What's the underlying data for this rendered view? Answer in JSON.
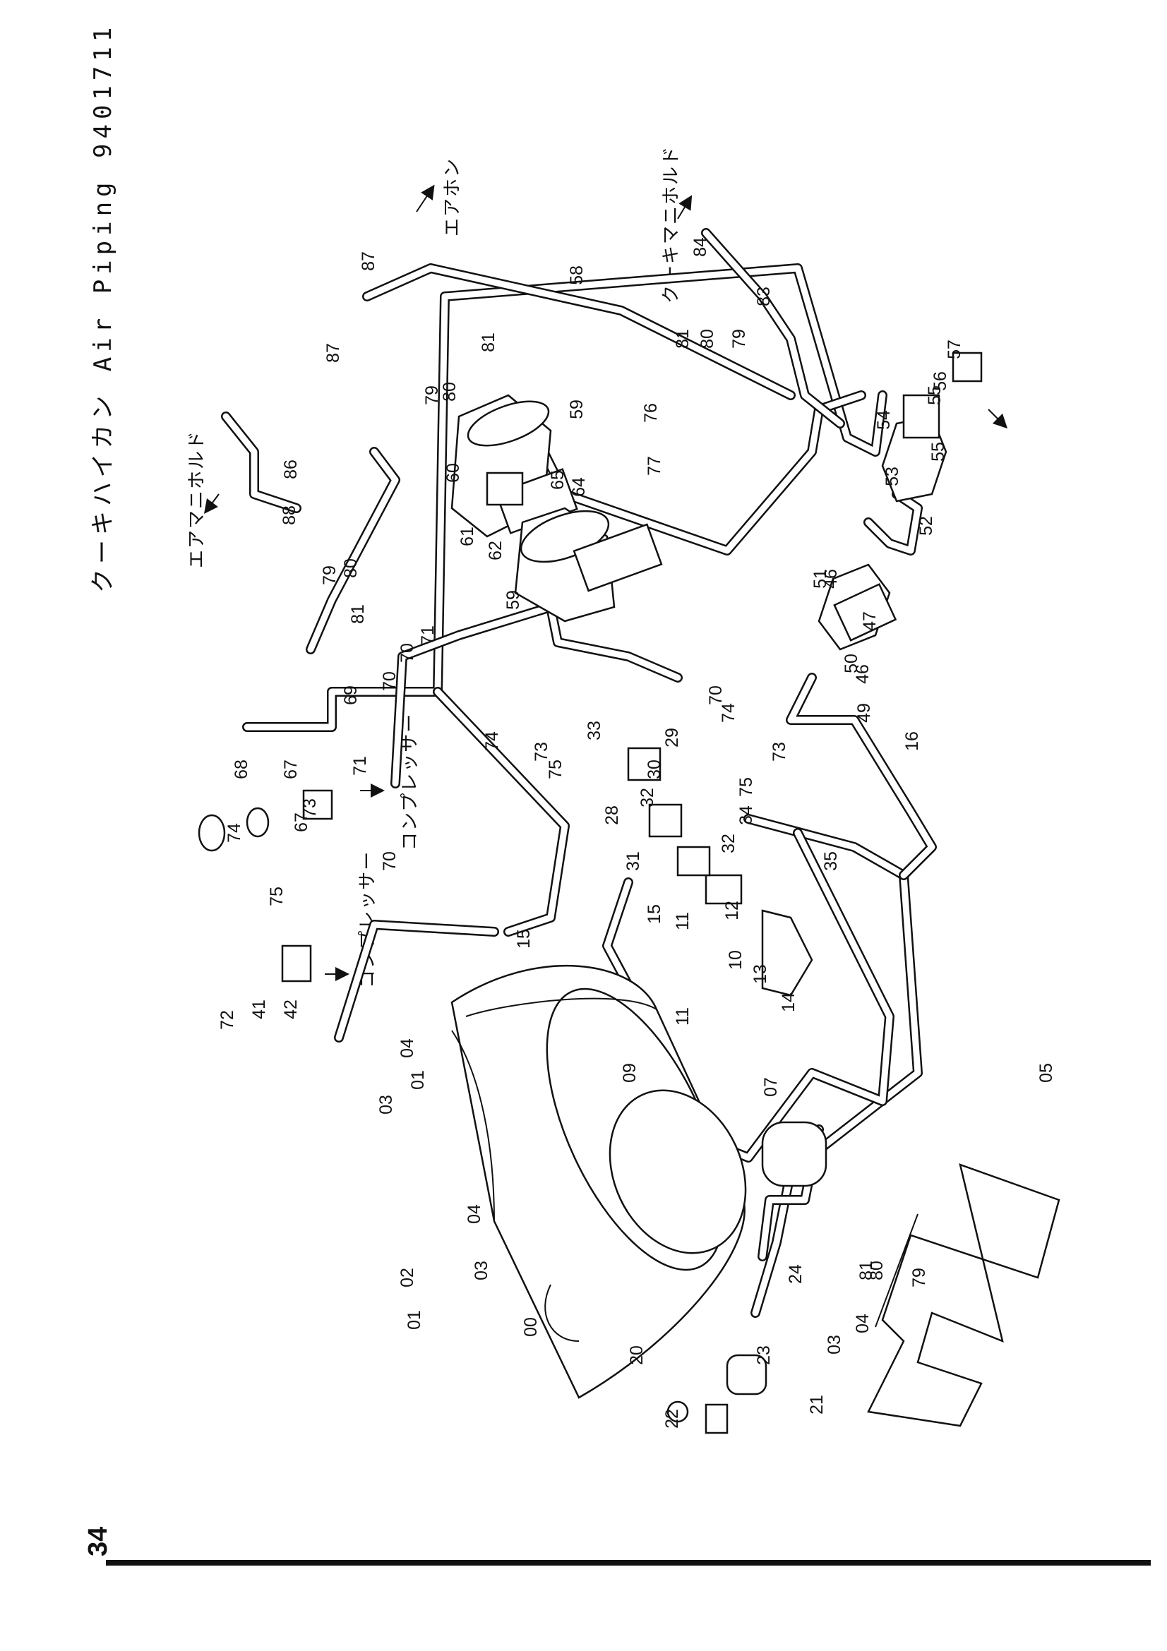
{
  "header": {
    "title_jp": "クーキハイカン",
    "title_en": "Air Piping",
    "title_code": "9401711"
  },
  "page_number": "34",
  "annotations": {
    "air_horn": "エアホン",
    "air_manifold": "エアマニホルド",
    "brake_manifold": "クーキマニホルド",
    "compressor_1": "コンプレッサー",
    "compressor_2": "コンプレッサー"
  },
  "part_labels": [
    "00",
    "01",
    "01",
    "02",
    "03",
    "03",
    "03",
    "04",
    "04",
    "04",
    "05",
    "07",
    "09",
    "10",
    "11",
    "11",
    "12",
    "13",
    "14",
    "15",
    "15",
    "16",
    "20",
    "21",
    "22",
    "23",
    "24",
    "28",
    "29",
    "30",
    "31",
    "32",
    "32",
    "33",
    "34",
    "35",
    "41",
    "42",
    "46",
    "46",
    "47",
    "49",
    "50",
    "51",
    "52",
    "53",
    "54",
    "55",
    "55",
    "56",
    "57",
    "58",
    "59",
    "59",
    "60",
    "61",
    "62",
    "64",
    "65",
    "67",
    "67",
    "68",
    "69",
    "70",
    "70",
    "70",
    "70",
    "71",
    "71",
    "72",
    "73",
    "73",
    "73",
    "74",
    "74",
    "74",
    "75",
    "75",
    "75",
    "76",
    "77",
    "79",
    "79",
    "79",
    "79",
    "80",
    "80",
    "80",
    "80",
    "81",
    "81",
    "81",
    "81",
    "83",
    "84",
    "86",
    "87",
    "87",
    "88"
  ]
}
